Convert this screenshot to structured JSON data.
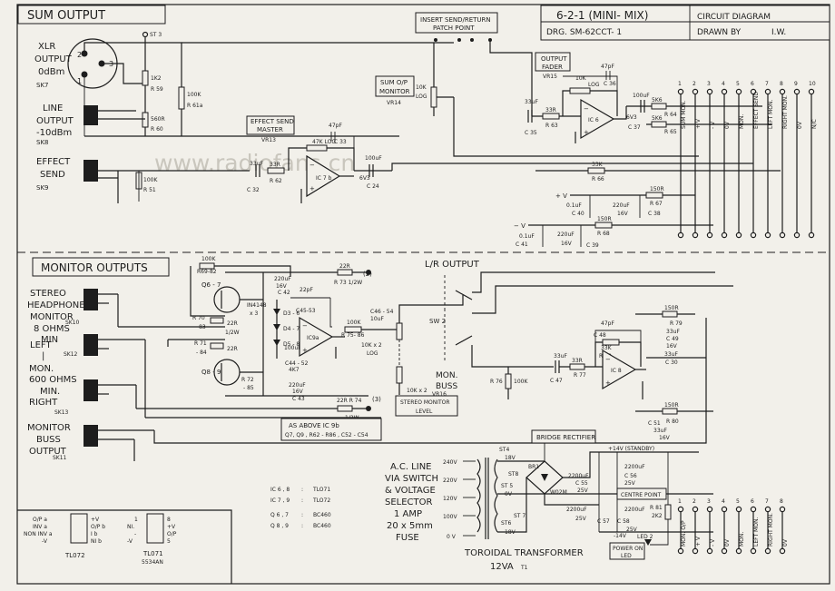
{
  "title_block": {
    "title": "6-2-1 (MINI- MIX)",
    "type": "CIRCUIT DIAGRAM",
    "drawing_no": "DRG. SM-62CCT- 1",
    "drawn_by": "DRAWN BY",
    "initials": "I.W."
  },
  "watermark": "www.radiofans.cn",
  "sections": {
    "sum_output": "SUM  OUTPUT",
    "monitor_outputs": "MONITOR OUTPUTS",
    "lr_output": "L/R  OUTPUT"
  },
  "labels": {
    "insert": "INSERT SEND/RETURN",
    "patch": "PATCH  POINT",
    "sum_op": "SUM O/P",
    "monitor": "MONITOR",
    "output_fader": "OUTPUT",
    "fader": "FADER",
    "effect_send": "EFFECT SEND",
    "master": "MASTER",
    "stereo_monitor": "STEREO MONITOR",
    "level": "LEVEL",
    "as_above": "AS  ABOVE   IC 9b",
    "as_above2": "Q7, Q9 , R62 - R86 , C52 - C54",
    "bridge": "BRIDGE RECTIFIER",
    "centre_point": "CENTRE  POINT",
    "power_on": "POWER ON",
    "led": "LED",
    "led2": "LED 2",
    "standby": "+14V (STANDBY)",
    "minus14": "-14V",
    "toroidal": "TOROIDAL  TRANSFORMER",
    "va": "12VA",
    "t1": "T1",
    "br1": "BR1",
    "w02m": "W02M",
    "ac_line": [
      "A.C. LINE",
      "VIA SWITCH",
      "& VOLTAGE",
      "SELECTOR",
      "1 AMP",
      "20 x 5mm",
      "FUSE"
    ],
    "mon_buss": [
      "MON.",
      "BUSS"
    ],
    "sw2": "SW 2",
    "vr16": "VR16",
    "in4148": "IN4148",
    "x3": "x 3"
  },
  "jacks": {
    "xlr": [
      "XLR",
      "OUTPUT",
      "0dBm"
    ],
    "sk7": "SK7",
    "line": [
      "LINE",
      "OUTPUT",
      "-10dBm"
    ],
    "sk8": "SK8",
    "effect": [
      "EFFECT",
      "SEND"
    ],
    "sk9": "SK9",
    "stereo": [
      "STEREO",
      "HEADPHONE",
      "MONITOR",
      "8 OHMS",
      "MIN"
    ],
    "sk10": "SK10",
    "left": [
      "LEFT",
      "|"
    ],
    "sk12": "SK12",
    "mon600": [
      "MON.",
      "600 OHMS",
      "MIN.",
      "RIGHT"
    ],
    "sk13": "SK13",
    "monbuss": [
      "MONITOR",
      "BUSS",
      "OUTPUT"
    ],
    "sk11": "SK11"
  },
  "components": {
    "r59": [
      "1K2",
      "R 59"
    ],
    "r60": [
      "560R",
      "R 60"
    ],
    "r61": [
      "100K",
      "R 61a"
    ],
    "r51": [
      "100K",
      "R 51"
    ],
    "st3": "ST 3",
    "vr13": [
      "47K LOG",
      "VR13"
    ],
    "c33": [
      "47pF",
      "C 33"
    ],
    "c32": [
      "33uF",
      "C 32"
    ],
    "r62": [
      "33R",
      "R 62"
    ],
    "ic7": "IC 7 b",
    "c24": [
      "100uF",
      "6V3",
      "C 24"
    ],
    "vr14": [
      "10K",
      "LOG",
      "VR14"
    ],
    "c35": [
      "33uF",
      "C 35"
    ],
    "r63": [
      "33R",
      "R 63"
    ],
    "vr15": [
      "10K",
      "LOG",
      "VR15"
    ],
    "c36": [
      "47pF",
      "C 36"
    ],
    "ic6": "IC 6",
    "c37": [
      "100uF",
      "6V3",
      "C 37"
    ],
    "r64": [
      "5K6",
      "R 64"
    ],
    "r65": [
      "5K6",
      "R 65"
    ],
    "r66": [
      "33K",
      "R 66"
    ],
    "r67": [
      "150R",
      "R 67"
    ],
    "c40": [
      "0.1uF",
      "C 40"
    ],
    "c38": [
      "220uF",
      "16V",
      "C 38"
    ],
    "r68": [
      "150R",
      "R 68"
    ],
    "c41": [
      "0.1uF",
      "C 41"
    ],
    "c39": [
      "220uF",
      "16V",
      "C 39"
    ],
    "r6982": [
      "100K",
      "R69-82"
    ],
    "c42": [
      "220uF",
      "16V",
      "C 42"
    ],
    "r73": [
      "22R",
      "R 73  1/2W"
    ],
    "q67": "Q6 - 7",
    "q89": "Q8 - 9",
    "c4553": [
      "22pF",
      "C45-53"
    ],
    "r7083": [
      "22R",
      "R 70",
      "- 83",
      "1/2W"
    ],
    "r7184": [
      "22R",
      "R 71",
      "- 84"
    ],
    "d36": "D3 - 6",
    "d47": "D4 - 7",
    "d58": "D5 - 8",
    "ic9a": "IC9a",
    "r7586": [
      "100K",
      "R 75- 86"
    ],
    "c4654": [
      "C46 - 54",
      "10uF"
    ],
    "vr16log": [
      "10K x 2",
      "LOG"
    ],
    "c4452": [
      "100uF",
      "C44 - 52"
    ],
    "r7285": [
      "4K7",
      "R 72",
      "- 85"
    ],
    "c43": [
      "220uF",
      "16V",
      "C 43"
    ],
    "r74": [
      "22R  R 74",
      "1/2W"
    ],
    "r76": [
      "100K",
      "R 76"
    ],
    "c47": [
      "33uF",
      "C 47"
    ],
    "r77": [
      "33R",
      "R 77"
    ],
    "c48": "C 48",
    "c48v": "47pF",
    "r78": [
      "33K",
      "R 78"
    ],
    "ic8": "IC 8",
    "r79": [
      "150R",
      "R 79"
    ],
    "c49": [
      "33uF",
      "C 49",
      "16V"
    ],
    "c30": [
      "33uF",
      "C 30"
    ],
    "r80": [
      "150R",
      "R 80"
    ],
    "c51": [
      "C 51",
      "33uF",
      "16V"
    ],
    "st4": [
      "ST4",
      "18V"
    ],
    "st5": [
      "ST 5",
      "0V"
    ],
    "st6": [
      "ST6",
      "18V"
    ],
    "st7": "ST 7",
    "st8": "ST8",
    "c55": [
      "2200uF",
      "C 55",
      "25V"
    ],
    "c56": [
      "2200uF",
      "C 56",
      "25V"
    ],
    "c57": [
      "2200uF",
      "C 57",
      "25V"
    ],
    "c58": [
      "2200uF",
      "C 58",
      "25V"
    ],
    "r81": [
      "R 81",
      "2K2"
    ],
    "taps": [
      "240V",
      "220V",
      "120V",
      "100V",
      "0 V"
    ],
    "marks": [
      "(2)",
      "(3)"
    ]
  },
  "bus_top": {
    "numbers": [
      "1",
      "2",
      "3",
      "4",
      "5",
      "6",
      "7",
      "8",
      "9",
      "10"
    ],
    "names": [
      "SUM MON.",
      "+ V",
      "- V",
      "0V",
      "MON.",
      "EFFECT SEND",
      "LEFT MON.",
      "RIGHT MON.",
      "0V",
      "N/C"
    ]
  },
  "bus_bottom": {
    "numbers": [
      "1",
      "2",
      "3",
      "4",
      "5",
      "6",
      "7",
      "8"
    ],
    "names": [
      "MON. O/P",
      "+ V",
      "- V",
      "0V",
      "MON.",
      "LEFT MON.",
      "RIGHT MON.",
      "0V"
    ]
  },
  "ic_list": [
    [
      "IC 6 , 8",
      "TLO71"
    ],
    [
      "IC 7 , 9",
      "TLO72"
    ],
    [
      "Q 6 , 7",
      "BC460"
    ],
    [
      "Q 8 , 9",
      "BC460"
    ]
  ],
  "pinouts": {
    "tl072": {
      "left": [
        "O/P a",
        "INV  a",
        "NON INV a",
        "-V"
      ],
      "right": [
        "+V",
        "O/P b",
        "I b",
        "NI b"
      ],
      "name": "TL072"
    },
    "tl071": {
      "left": [
        "1",
        "NI.",
        "-",
        "-V"
      ],
      "right": [
        "8",
        "+V",
        "O/P",
        "5"
      ],
      "name": "TL071",
      "alt": "5534AN"
    }
  }
}
